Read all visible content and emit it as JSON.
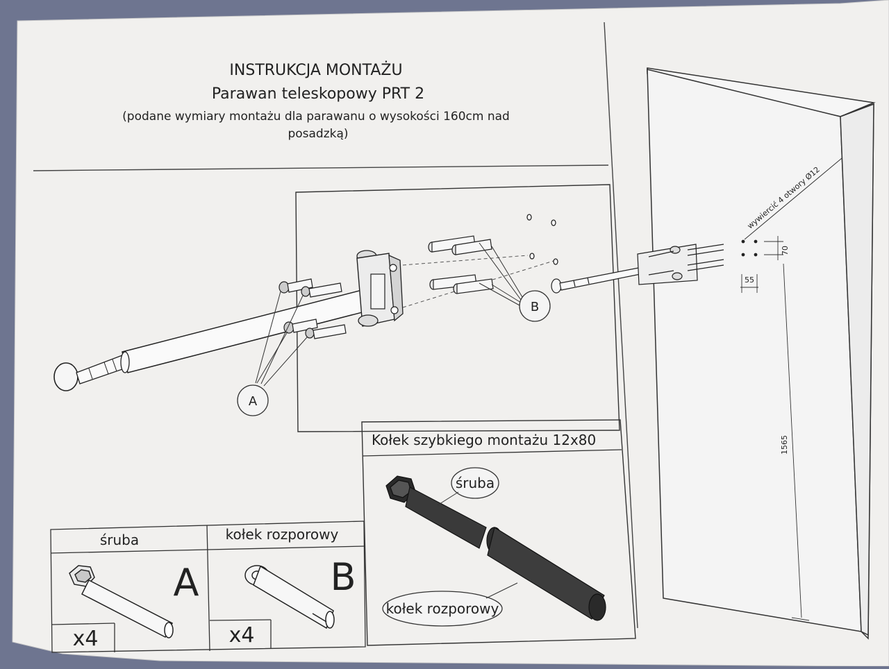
{
  "header": {
    "title": "INSTRUKCJA MONTAŻU",
    "subtitle": "Parawan teleskopowy PRT 2",
    "note_line1": "(podane wymiary montażu dla parawanu o wysokości 160cm nad",
    "note_line2": "posadzką)"
  },
  "callouts": {
    "a": "A",
    "b": "B"
  },
  "wall": {
    "drill_note": "wywiercić 4 otwory Ø12",
    "dim_width": "55",
    "dim_spacing": "70",
    "dim_height": "1565"
  },
  "anchor_box": {
    "title": "Kołek szybkiego montażu 12x80",
    "label_screw": "śruba",
    "label_plug": "kołek rozporowy"
  },
  "parts": [
    {
      "name": "śruba",
      "letter": "A",
      "qty": "x4"
    },
    {
      "name": "kołek rozporowy",
      "letter": "B",
      "qty": "x4"
    }
  ]
}
